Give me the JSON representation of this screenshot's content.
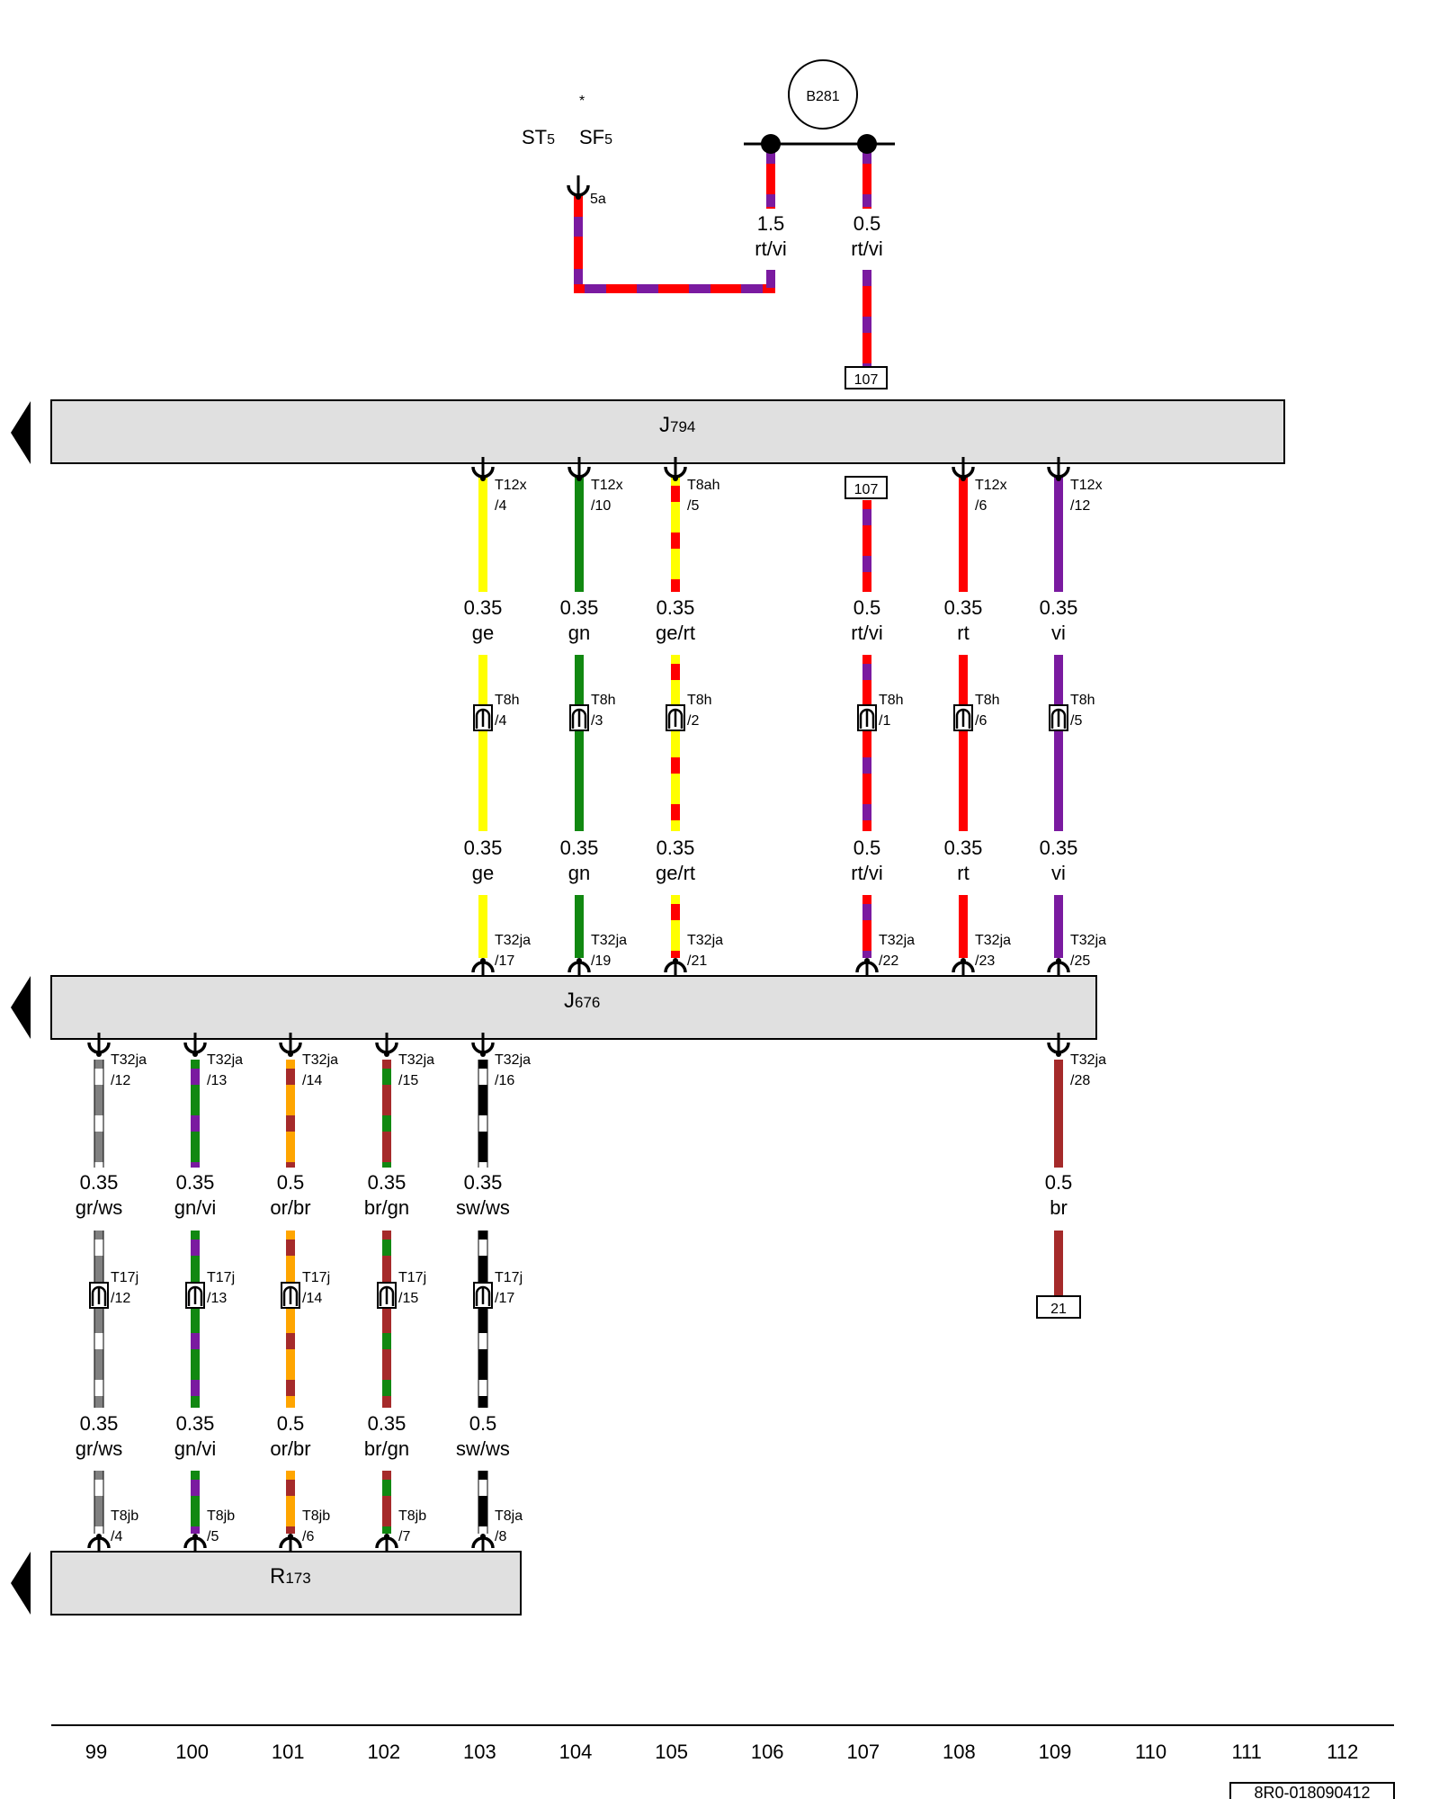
{
  "colors": {
    "rt": "#ff0000",
    "vi": "#7a1aa0",
    "ge": "#ffff00",
    "gn": "#118811",
    "gr": "#808080",
    "ws": "#ffffff",
    "or": "#ffa500",
    "br": "#a52a2a",
    "sw": "#000000",
    "component_fill": "#e0e0e0"
  },
  "top": {
    "st_main": "ST",
    "st_sub": "5",
    "sf_main": "SF",
    "sf_sub": "5",
    "asterisk": "*",
    "pin_5a": "5a",
    "b281": "B281",
    "w106_size": "1.5",
    "w106_color": "rt/vi",
    "w107_size": "0.5",
    "w107_color": "rt/vi",
    "ref_107_top": "107",
    "ref_107_mid": "107"
  },
  "components": {
    "j794_main": "J",
    "j794_sub": "794",
    "j676_main": "J",
    "j676_sub": "676",
    "r173_main": "R",
    "r173_sub": "173"
  },
  "wires_upper": [
    {
      "t1a": "T12x",
      "t1b": "/4",
      "size1": "0.35",
      "col1": "ge",
      "t2a": "T8h",
      "t2b": "/4",
      "size2": "0.35",
      "col2": "ge",
      "t3a": "T32ja",
      "t3b": "/17"
    },
    {
      "t1a": "T12x",
      "t1b": "/10",
      "size1": "0.35",
      "col1": "gn",
      "t2a": "T8h",
      "t2b": "/3",
      "size2": "0.35",
      "col2": "gn",
      "t3a": "T32ja",
      "t3b": "/19"
    },
    {
      "t1a": "T8ah",
      "t1b": "/5",
      "size1": "0.35",
      "col1": "ge/rt",
      "t2a": "T8h",
      "t2b": "/2",
      "size2": "0.35",
      "col2": "ge/rt",
      "t3a": "T32ja",
      "t3b": "/21"
    },
    {
      "t1a": "",
      "t1b": "",
      "size1": "0.5",
      "col1": "rt/vi",
      "t2a": "T8h",
      "t2b": "/1",
      "size2": "0.5",
      "col2": "rt/vi",
      "t3a": "T32ja",
      "t3b": "/22"
    },
    {
      "t1a": "T12x",
      "t1b": "/6",
      "size1": "0.35",
      "col1": "rt",
      "t2a": "T8h",
      "t2b": "/6",
      "size2": "0.35",
      "col2": "rt",
      "t3a": "T32ja",
      "t3b": "/23"
    },
    {
      "t1a": "T12x",
      "t1b": "/12",
      "size1": "0.35",
      "col1": "vi",
      "t2a": "T8h",
      "t2b": "/5",
      "size2": "0.35",
      "col2": "vi",
      "t3a": "T32ja",
      "t3b": "/25"
    }
  ],
  "wires_lower": [
    {
      "t1a": "T32ja",
      "t1b": "/12",
      "size1": "0.35",
      "col1": "gr/ws",
      "t2a": "T17j",
      "t2b": "/12",
      "size2": "0.35",
      "col2": "gr/ws",
      "t3a": "T8jb",
      "t3b": "/4"
    },
    {
      "t1a": "T32ja",
      "t1b": "/13",
      "size1": "0.35",
      "col1": "gn/vi",
      "t2a": "T17j",
      "t2b": "/13",
      "size2": "0.35",
      "col2": "gn/vi",
      "t3a": "T8jb",
      "t3b": "/5"
    },
    {
      "t1a": "T32ja",
      "t1b": "/14",
      "size1": "0.5",
      "col1": "or/br",
      "t2a": "T17j",
      "t2b": "/14",
      "size2": "0.5",
      "col2": "or/br",
      "t3a": "T8jb",
      "t3b": "/6"
    },
    {
      "t1a": "T32ja",
      "t1b": "/15",
      "size1": "0.35",
      "col1": "br/gn",
      "t2a": "T17j",
      "t2b": "/15",
      "size2": "0.35",
      "col2": "br/gn",
      "t3a": "T8jb",
      "t3b": "/7"
    },
    {
      "t1a": "T32ja",
      "t1b": "/16",
      "size1": "0.35",
      "col1": "sw/ws",
      "t2a": "T17j",
      "t2b": "/17",
      "size2": "0.5",
      "col2": "sw/ws",
      "t3a": "T8ja",
      "t3b": "/8"
    }
  ],
  "wire_109": {
    "t1a": "T32ja",
    "t1b": "/28",
    "size": "0.5",
    "col": "br",
    "ref": "21"
  },
  "scale": [
    "99",
    "100",
    "101",
    "102",
    "103",
    "104",
    "105",
    "106",
    "107",
    "108",
    "109",
    "110",
    "111",
    "112"
  ],
  "sheet_id": "8R0-018090412"
}
